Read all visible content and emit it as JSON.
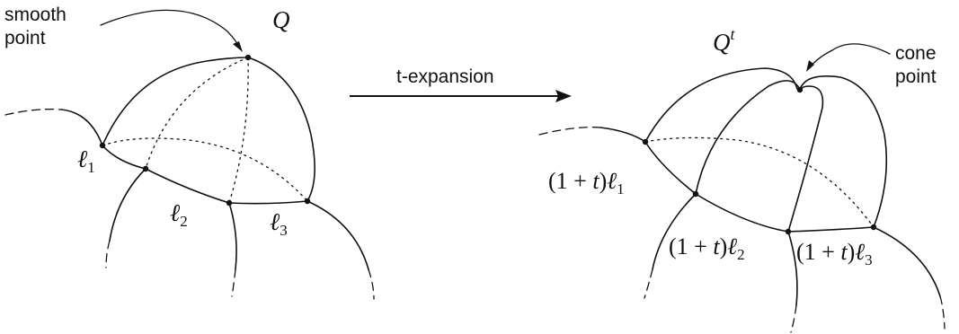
{
  "left_panel": {
    "title": "Q",
    "annotation_line1": "smooth",
    "annotation_line2": "point",
    "edge_labels": [
      {
        "symbol": "ℓ",
        "subscript": "1"
      },
      {
        "symbol": "ℓ",
        "subscript": "2"
      },
      {
        "symbol": "ℓ",
        "subscript": "3"
      }
    ]
  },
  "arrow": {
    "label": "t-expansion"
  },
  "right_panel": {
    "title": "Q",
    "title_superscript": "t",
    "annotation_line1": "cone",
    "annotation_line2": "point",
    "edge_labels": [
      {
        "prefix": "(1 + ",
        "variable": "t",
        "suffix": ")",
        "symbol": "ℓ",
        "subscript": "1"
      },
      {
        "prefix": "(1 + ",
        "variable": "t",
        "suffix": ")",
        "symbol": "ℓ",
        "subscript": "2"
      },
      {
        "prefix": "(1 + ",
        "variable": "t",
        "suffix": ")",
        "symbol": "ℓ",
        "subscript": "3"
      }
    ]
  }
}
